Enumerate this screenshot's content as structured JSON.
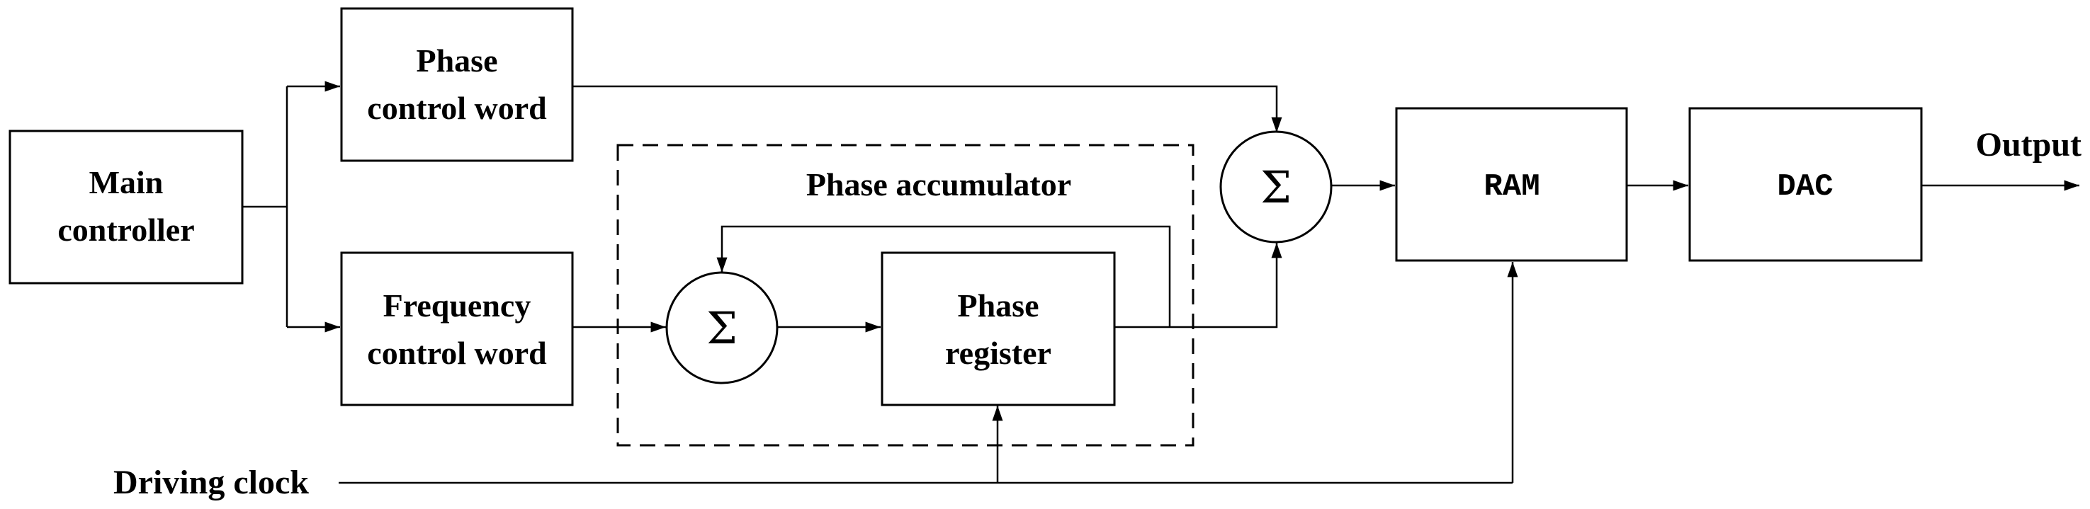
{
  "blocks": {
    "main_controller": {
      "line1": "Main",
      "line2": "controller"
    },
    "phase_control_word": {
      "line1": "Phase",
      "line2": "control word"
    },
    "frequency_control_word": {
      "line1": "Frequency",
      "line2": "control word"
    },
    "phase_register": {
      "line1": "Phase",
      "line2": "register"
    },
    "ram": {
      "label": "RAM"
    },
    "dac": {
      "label": "DAC"
    }
  },
  "phase_accumulator": {
    "label": "Phase accumulator"
  },
  "summers": {
    "accumulator_symbol": "Σ",
    "phase_add_symbol": "Σ"
  },
  "signals": {
    "output": "Output",
    "driving_clock": "Driving clock"
  }
}
